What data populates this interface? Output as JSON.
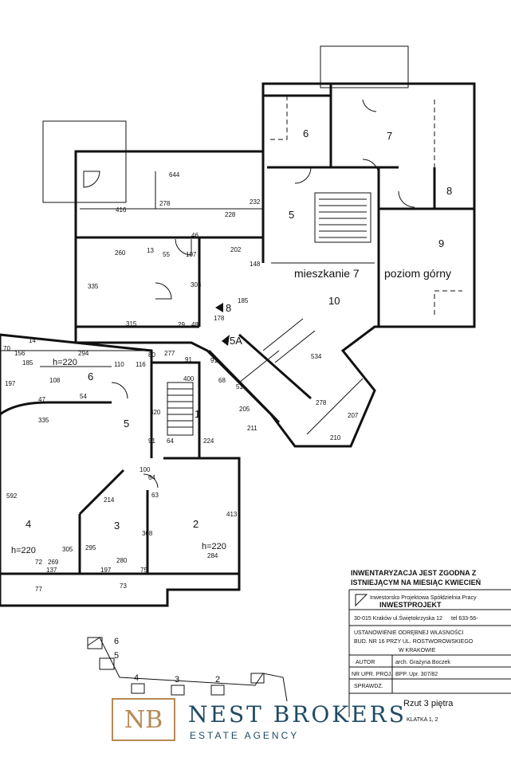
{
  "rooms": {
    "r6_top": "6",
    "r7_top": "7",
    "r8_top": "8",
    "r5_top": "5",
    "r9_top": "9",
    "r10": "10",
    "r6_left": "6",
    "r5_left": "5",
    "r1": "1",
    "r4": "4",
    "r3": "3",
    "r2": "2",
    "r8_small": "8",
    "r5a": "5A"
  },
  "labels": {
    "apartment": "mieszkanie 7",
    "level": "poziom górny",
    "h1": "h=220",
    "h2": "h=220",
    "h3": "h=220"
  },
  "dimensions": {
    "d644": "644",
    "d416": "416",
    "d278a": "278",
    "d228": "228",
    "d232": "232",
    "d46": "46",
    "d260": "260",
    "d13": "13",
    "d55": "55",
    "d107": "107",
    "d202": "202",
    "d148": "148",
    "d335a": "335",
    "d303": "303",
    "d178": "178",
    "d185a": "185",
    "d315": "315",
    "d29": "29",
    "d48": "48",
    "d70": "70",
    "d14": "14",
    "d156": "156",
    "d294": "294",
    "d185b": "185",
    "d110": "110",
    "d116": "116",
    "d80": "80",
    "d277": "277",
    "d400": "400",
    "d91a": "91",
    "d534": "534",
    "d278b": "278",
    "d207": "207",
    "d210": "210",
    "d197a": "197",
    "d108": "108",
    "d47": "47",
    "d54": "54",
    "d335b": "335",
    "d320": "320",
    "d91b": "91",
    "d64a": "64",
    "d224": "224",
    "d205": "205",
    "d211": "211",
    "d51": "51",
    "d68": "68",
    "d592": "592",
    "d100": "100",
    "d64b": "64",
    "d214": "214",
    "d63": "63",
    "d413": "413",
    "d305": "305",
    "d295": "295",
    "d308": "308",
    "d72": "72",
    "d269": "269",
    "d137": "137",
    "d197b": "197",
    "d280": "280",
    "d75": "75",
    "d284": "284",
    "d77": "77",
    "d73": "73",
    "d91c": "91"
  },
  "title_block": {
    "inventory_line1": "INWENTARYZACJA JEST ZGODNA Z",
    "inventory_line2": "ISTNIEJĄCYM NA MIESIĄC KWIECIEŃ",
    "company1": "Inwestorsko Projektowa Spółdzielnia Pracy",
    "company2": "INWESTPROJEKT",
    "address": "30-015 Kraków ul.Świętokrzyska 12",
    "phone": "tel 633-56-",
    "subject1": "USTANOWIENIE ODRĘBNEJ WŁASNOŚCI",
    "subject2": "BUD. NR 16 PRZY UL. ROSTWOROWSKIEGO",
    "subject3": "W KRAKOWIE",
    "author_key": "AUTOR",
    "author_val": "arch. Grażyna Boczek",
    "permit_key": "NR UPR. PROJ.",
    "permit_val": "BPP. Upr. 307/82",
    "check_key": "SPRAWDZ.",
    "sheet_title": "Rzut 3 piętra",
    "stair": "KLATKA 1, 2"
  },
  "key_plan": {
    "n6": "6",
    "n5": "5",
    "n4": "4",
    "n3": "3",
    "n2": "2"
  },
  "brand": {
    "monogram": "NB",
    "name": "NEST BROKERS",
    "tagline": "ESTATE AGENCY",
    "gold": "#b78a55",
    "navy": "#1f4a63"
  }
}
